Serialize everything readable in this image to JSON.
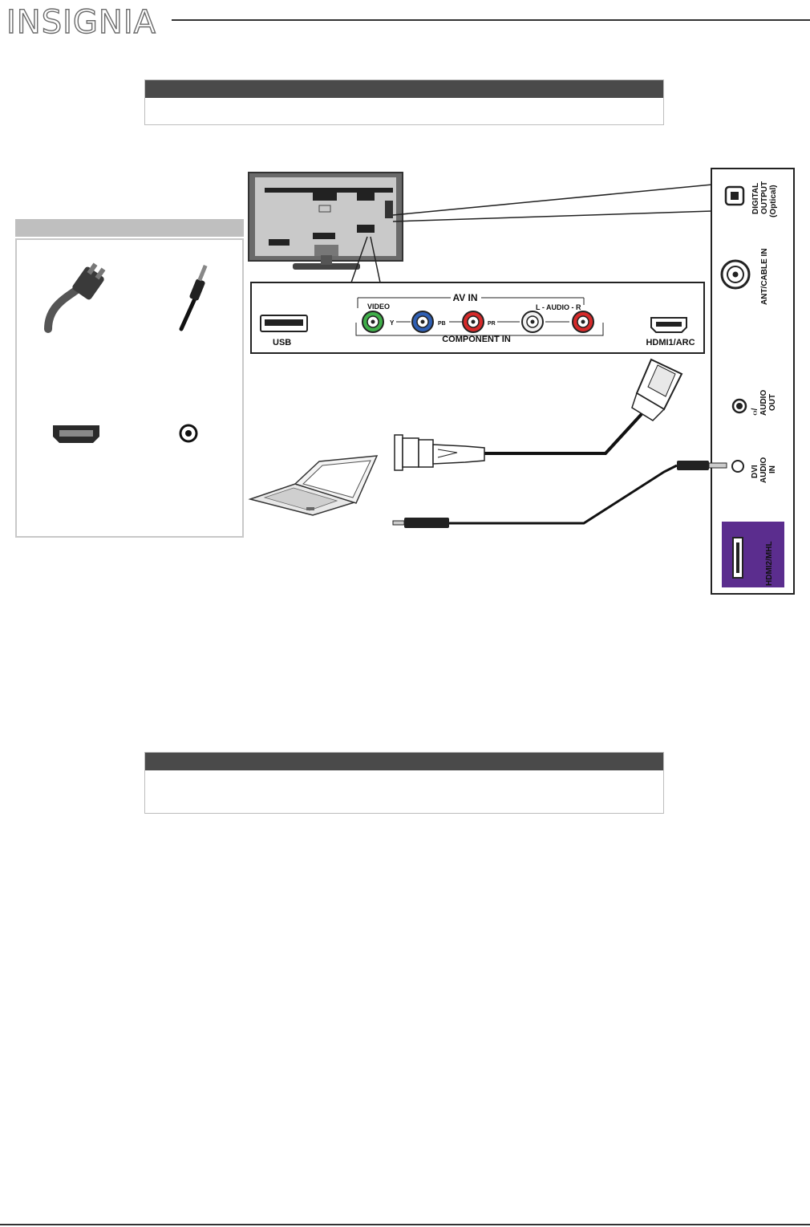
{
  "brand": {
    "logo_text": "INSIGNIA"
  },
  "panel_labels": {
    "av_in": "AV IN",
    "video": "VIDEO",
    "y": "Y",
    "pb": "PB",
    "pr": "PR",
    "audio_lr": "L - AUDIO - R",
    "component_in": "COMPONENT IN",
    "usb": "USB",
    "hdmi1": "HDMI1/ARC"
  },
  "side_labels": {
    "digital_output": "DIGITAL",
    "digital_output_2": "OUTPUT",
    "digital_output_3": "(Optical)",
    "ant_cable_in": "ANT/CABLE IN",
    "audio_out_1": "‹›/",
    "audio_out_2": "AUDIO",
    "audio_out_3": "OUT",
    "dvi_audio_1": "DVI",
    "dvi_audio_2": "AUDIO",
    "dvi_audio_3": "IN",
    "hdmi2": "HDMI2/MHL"
  },
  "colors": {
    "note_bar": "#4a4a4a",
    "legend_bar": "#bfbfbf",
    "hdmi2_panel": "#5b2d8e",
    "y_jack": "#3fae49",
    "pb_jack": "#2f5fb3",
    "pr_jack": "#d62a2a",
    "audio_l_jack": "#ffffff",
    "audio_r_jack": "#d62a2a"
  },
  "icons": [
    "hdmi-dvi-cable-icon",
    "audio-cable-icon",
    "hdmi-jack-icon",
    "audio-jack-icon",
    "laptop-icon",
    "tv-back-icon"
  ]
}
